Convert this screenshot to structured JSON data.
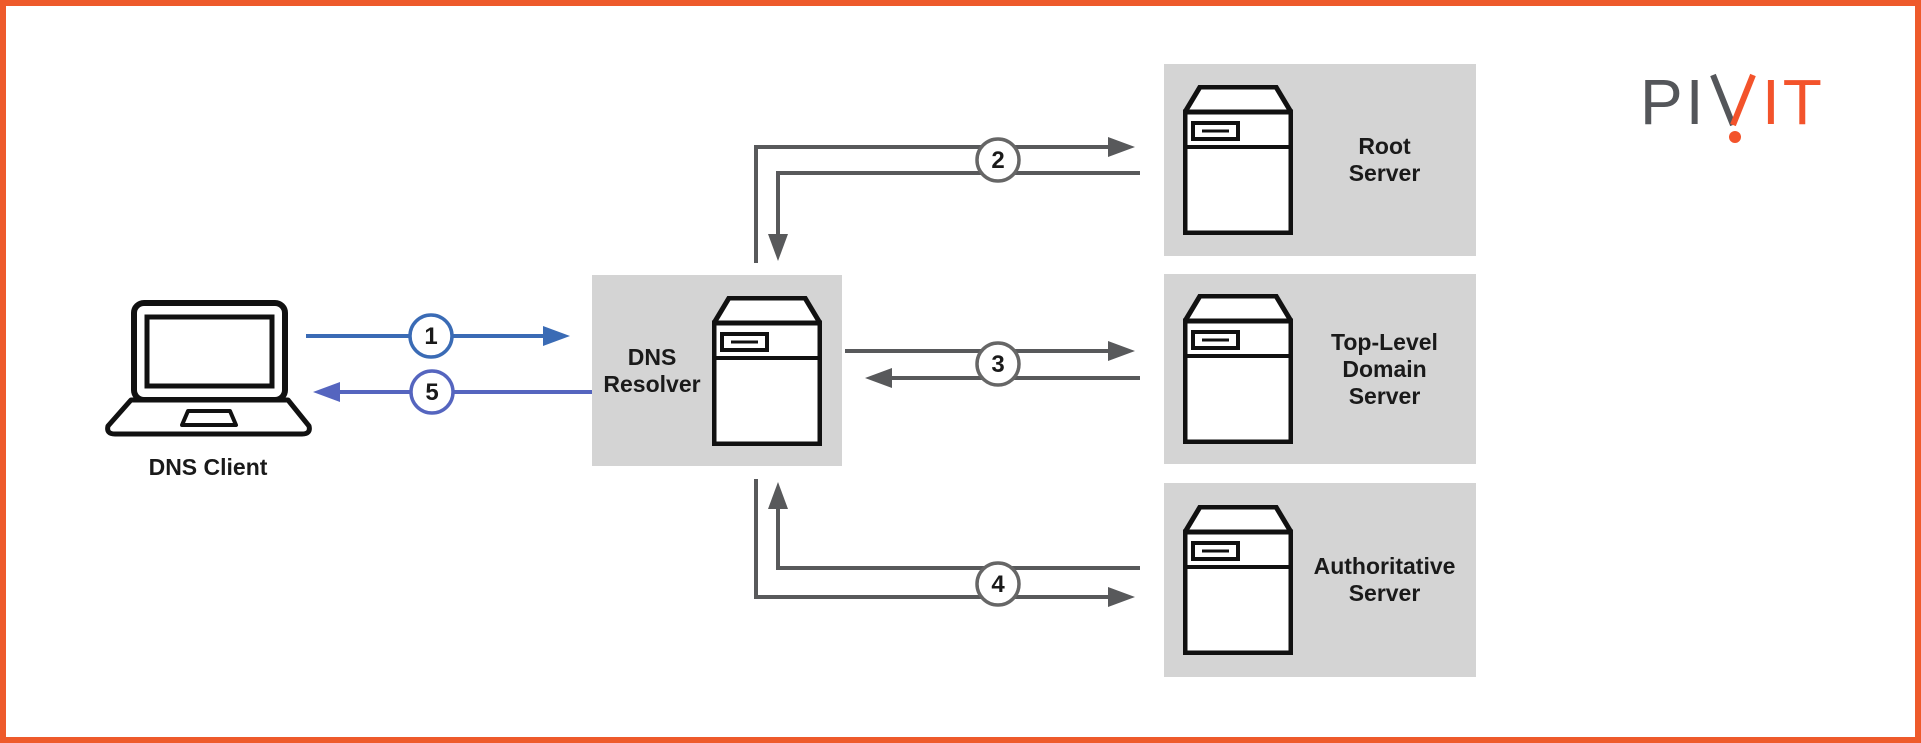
{
  "brand": {
    "name": "PIVIT",
    "letters_gray": "PI",
    "letter_v": "V",
    "letters_orange": "IT"
  },
  "nodes": {
    "client": {
      "label": "DNS Client"
    },
    "resolver": {
      "lines": [
        "DNS",
        "Resolver"
      ]
    },
    "root_server": {
      "lines": [
        "Root",
        "Server"
      ]
    },
    "tld_server": {
      "lines": [
        "Top-Level",
        "Domain",
        "Server"
      ]
    },
    "authoritative_server": {
      "lines": [
        "Authoritative",
        "Server"
      ]
    }
  },
  "steps": [
    {
      "number": "1",
      "from": "client",
      "to": "resolver"
    },
    {
      "number": "2",
      "from": "resolver",
      "to": "root_server",
      "returns": true
    },
    {
      "number": "3",
      "from": "resolver",
      "to": "tld_server",
      "returns": true
    },
    {
      "number": "4",
      "from": "resolver",
      "to": "authoritative_server",
      "returns": true
    },
    {
      "number": "5",
      "from": "resolver",
      "to": "client"
    }
  ],
  "colors": {
    "frame_orange": "#EE5A2B",
    "logo_gray": "#54565A",
    "logo_orange": "#F3532B",
    "arrow_gray": "#58595B",
    "arrow_blue": "#3A6BB5",
    "arrow_indigo": "#5565BF",
    "node_box_gray": "#D4D4D4",
    "text_black": "#1A1A1A"
  }
}
